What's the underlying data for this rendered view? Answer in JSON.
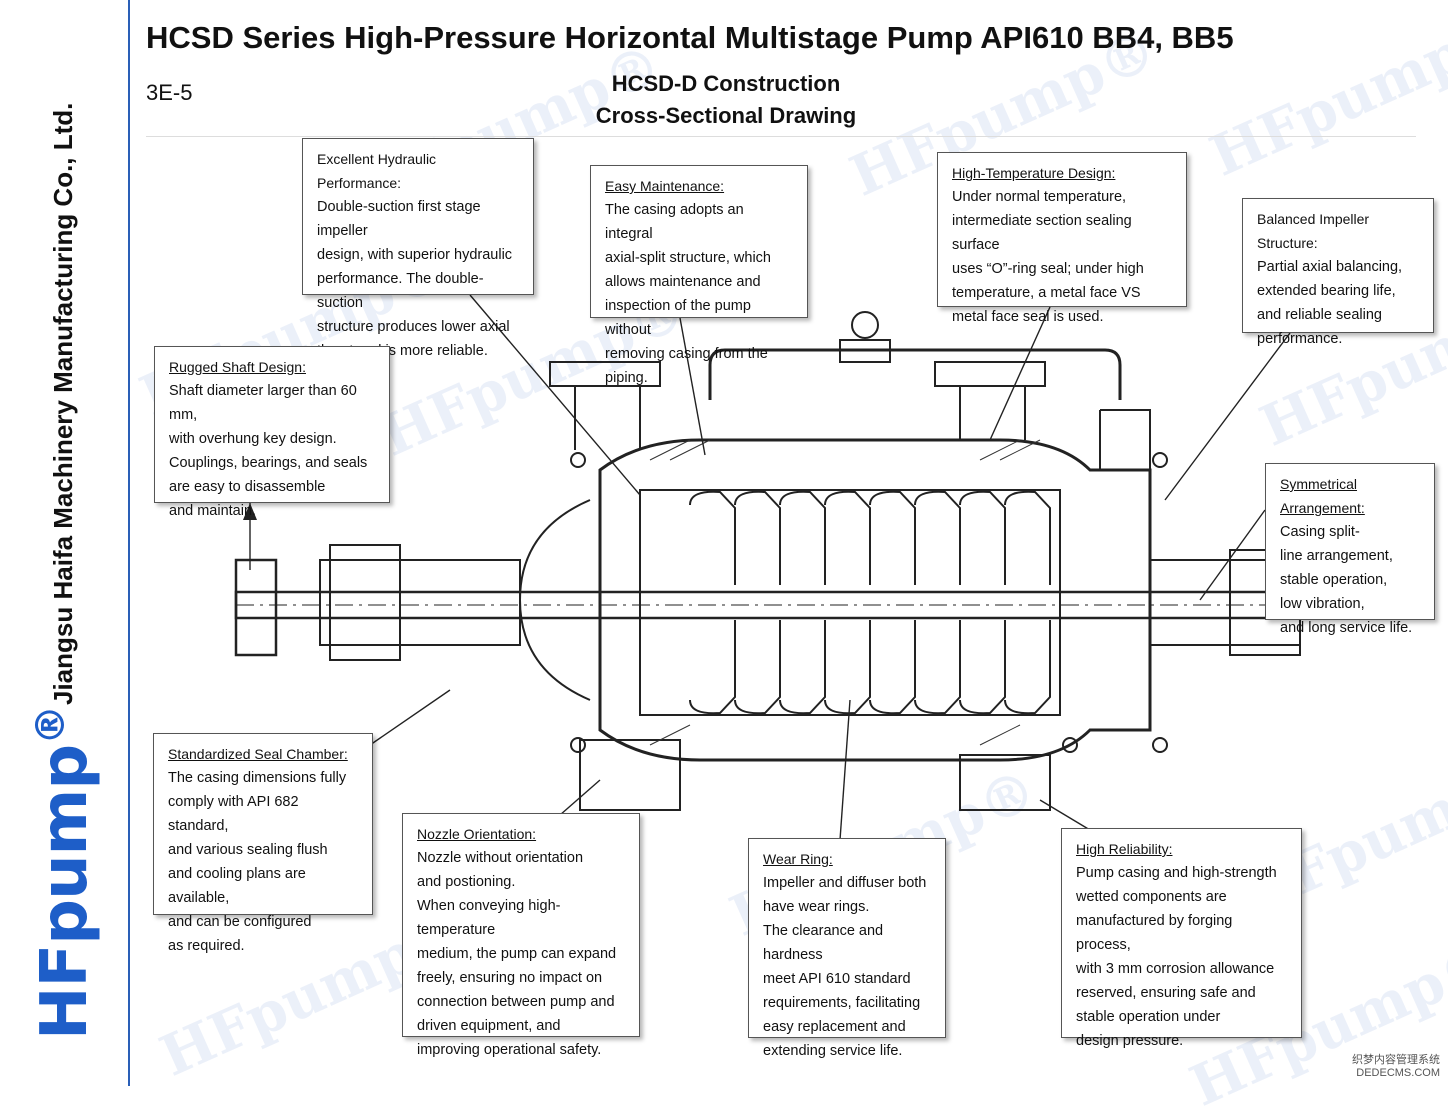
{
  "header": {
    "title": "HCSD Series High-Pressure Horizontal Multistage Pump   API610 BB4,   BB5",
    "page_code": "3E-5",
    "subtitle_line1": "HCSD-D Construction",
    "subtitle_line2": "Cross-Sectional Drawing"
  },
  "sidebar": {
    "company": "Jiangsu Haifa Machinery Manufacturing Co., Ltd.",
    "logo": "HFpump",
    "logo_mark": "®"
  },
  "watermark": {
    "text": "HFpump®"
  },
  "colors": {
    "brand_blue": "#1e5ec8",
    "strip_border": "#2a5fb7"
  },
  "callouts": {
    "hydraulic": {
      "heading": "Excellent Hydraulic Performance:",
      "body": "Double-suction first stage impeller\ndesign, with superior hydraulic\nperformance. The double-suction\nstructure produces lower axial\nthrust and is more reliable."
    },
    "maintenance": {
      "heading": "Easy Maintenance:",
      "body": "The casing adopts an integral\naxial-split structure, which\nallows maintenance and\ninspection of the pump without\nremoving casing from the piping."
    },
    "high_temp": {
      "heading": "High-Temperature Design:",
      "body": "Under normal temperature,\nintermediate section sealing surface\nuses “O”-ring seal; under high\ntemperature, a metal face VS\nmetal face seal is used."
    },
    "balanced": {
      "heading": "Balanced Impeller Structure:",
      "body": "Partial axial balancing,\nextended bearing life,\nand reliable sealing\nperformance."
    },
    "shaft": {
      "heading": "Rugged Shaft Design:",
      "body": "Shaft diameter larger than 60 mm,\nwith overhung key design.\nCouplings, bearings, and seals\nare easy to disassemble\nand maintain."
    },
    "symmetrical": {
      "heading": "Symmetrical Arrangement:",
      "body": "Casing split-\nline arrangement,\nstable operation,\nlow vibration,\nand long service life."
    },
    "seal_chamber": {
      "heading": "Standardized Seal Chamber:",
      "body": "The casing dimensions fully\ncomply with API 682 standard,\nand various sealing flush\nand cooling plans are available,\nand can be configured\nas required."
    },
    "nozzle": {
      "heading": "Nozzle Orientation:",
      "body": "Nozzle without orientation\nand postioning.\nWhen conveying high-temperature\nmedium, the pump can expand\nfreely, ensuring no impact on\nconnection between pump and\ndriven equipment, and\nimproving operational safety."
    },
    "wear_ring": {
      "heading": "Wear Ring:",
      "body": "Impeller and diffuser both\nhave wear rings.\nThe clearance and hardness\nmeet API 610 standard\nrequirements, facilitating\neasy replacement and\nextending service life."
    },
    "reliability": {
      "heading": "High Reliability:",
      "body": "Pump casing and high-strength\nwetted components are\nmanufactured by forging process,\nwith 3 mm corrosion allowance\nreserved, ensuring safe and\nstable operation under\ndesign pressure."
    }
  },
  "footer": {
    "stamp_line1": "织梦内容管理系统",
    "stamp_line2": "DEDECMS.COM"
  }
}
